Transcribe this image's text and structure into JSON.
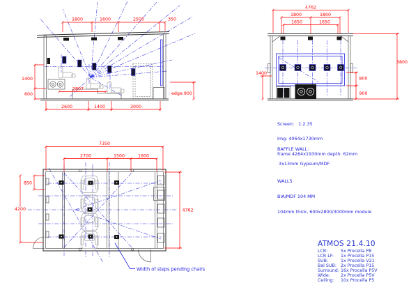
{
  "colors": {
    "dimension_red": "#ff0000",
    "annotation_blue": "#2424dd",
    "drawing_line": "#3a3a3a",
    "cad_blue": "#2a2ae0",
    "seat_gray": "#bdbdbd"
  },
  "side_elevation": {
    "top_dims": [
      "1800",
      "1600",
      "2500",
      "350"
    ],
    "left_dims": [
      "1400",
      "600"
    ],
    "mid_dim": "2807",
    "bottom_dims": [
      "2600",
      "1400",
      "3000"
    ],
    "edge_label": "edge:900"
  },
  "front_elevation": {
    "width_dim": "4762",
    "speaker_spacing_dims": [
      "1800",
      "1800"
    ],
    "inner_spacing_dims": [
      "1650",
      "1650"
    ],
    "height_dim": "3800",
    "left_height_dim": "1400",
    "right_inner_dims": [
      "800",
      "900"
    ]
  },
  "screen_note": {
    "line1": "Screen:   1:2.35",
    "line2": "Img: 4064x1730mm",
    "line3": "frame 4264x1930mm depth: 62mm"
  },
  "wall_note": {
    "line1": "BAFFLE WALL:",
    "line2": " 3x13mm Gypsum/MDF",
    "line3": "WALLS",
    "line4": "BIA/MDF 104 MM",
    "line5": "104mm thick, 600x2800/3000mm module"
  },
  "plan": {
    "length_dim": "7350",
    "top_dims": [
      "2700",
      "1500",
      "1600"
    ],
    "left_dims": [
      "850",
      "4200"
    ],
    "width_dim": "4762",
    "note": "Width of steps pending chairs"
  },
  "speaker_list": {
    "title": "ATMOS 21.4.10",
    "rows": [
      {
        "label": "LCR:",
        "value": "5x Procella P8"
      },
      {
        "label": "LCR LF:",
        "value": "1x Procella P15"
      },
      {
        "label": "SUB:",
        "value": "1x Procella V21"
      },
      {
        "label": "Bal SUB:",
        "value": "2x Procella P15"
      },
      {
        "label": "Surround:",
        "value": "16x Procella P5V"
      },
      {
        "label": "Wide:",
        "value": "2x Procella P5V"
      },
      {
        "label": "Ceiling:",
        "value": "10x Procella P5"
      }
    ]
  }
}
